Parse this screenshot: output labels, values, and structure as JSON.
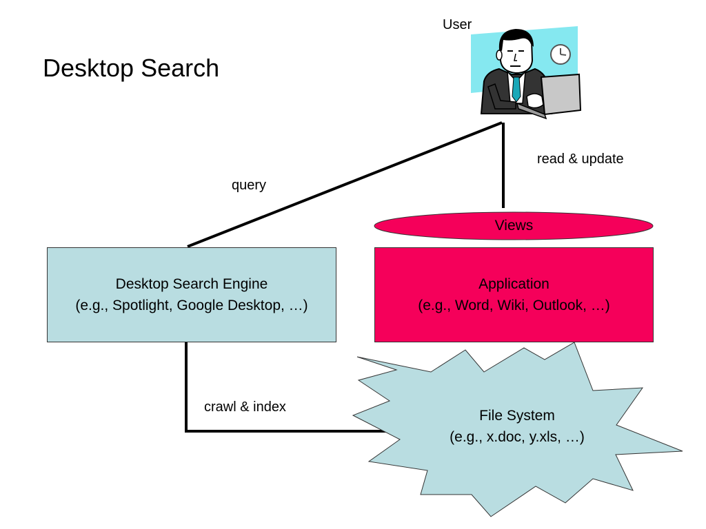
{
  "title": "Desktop Search",
  "colors": {
    "search_engine_fill": "#b9dde1",
    "application_fill": "#f5005a",
    "views_fill": "#f5005a",
    "file_system_fill": "#b9dde1",
    "screen_backdrop": "#85e8f0"
  },
  "user": {
    "label": "User",
    "icon": "businessman-at-laptop-icon"
  },
  "edges": {
    "query": "query",
    "read_update": "read & update",
    "crawl_index": "crawl & index"
  },
  "nodes": {
    "views": "Views",
    "search_engine": {
      "name": "Desktop Search Engine",
      "examples": "(e.g., Spotlight, Google Desktop, …)"
    },
    "application": {
      "name": "Application",
      "examples": "(e.g., Word, Wiki, Outlook, …)"
    },
    "file_system": {
      "name": "File System",
      "examples": "(e.g., x.doc, y.xls, …)"
    }
  }
}
